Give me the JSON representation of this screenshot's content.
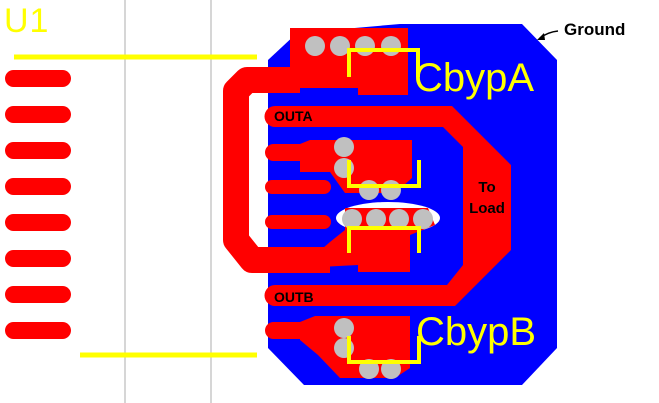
{
  "component_label": "U1",
  "ground_label": "Ground",
  "cap_a_label": "CbypA",
  "cap_b_label": "CbypB",
  "outa_label": "OUTA",
  "outb_label": "OUTB",
  "load_label_line1": "To",
  "load_label_line2": "Load",
  "colors": {
    "copper_top": "#ff0000",
    "ground_pour": "#0000ff",
    "silkscreen": "#ffff00",
    "via": "#c0c0c0",
    "guide_line": "#c8c8c8"
  }
}
